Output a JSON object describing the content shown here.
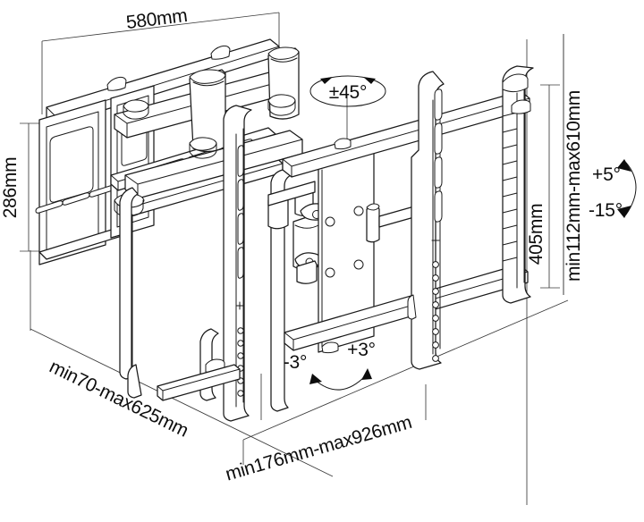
{
  "drawing": {
    "title": "Full-motion TV wall mount dimensional drawing",
    "view": "isometric line drawing",
    "line_color": "#1a1a1a",
    "background_color": "#ffffff",
    "text_color": "#0d0d0d"
  },
  "dimensions": {
    "width_top": "580mm",
    "height_left": "286mm",
    "height_right_panel": "405mm",
    "vertical_adjust": "min112mm-max610mm",
    "extension_lower_left": "min70-max625mm",
    "extension_bottom": "min176mm-max926mm"
  },
  "angles": {
    "swivel": "±45°",
    "tilt_up": "+5°",
    "tilt_down": "-15°",
    "roll_left": "-3°",
    "roll_right": "+3°"
  },
  "degree_symbol": "°"
}
